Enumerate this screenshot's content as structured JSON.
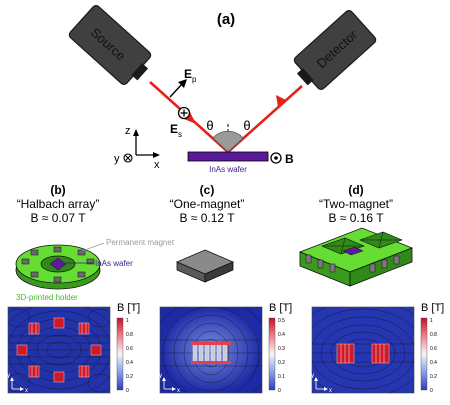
{
  "panel_a": {
    "label": "(a)",
    "source_label": "Source",
    "detector_label": "Detector",
    "ep_main": "E",
    "ep_sub": "p",
    "es_main": "E",
    "es_sub": "s",
    "theta_left": "θ",
    "theta_right": "θ",
    "wafer_label": "InAs wafer",
    "b_label": "B",
    "axis_z": "z",
    "axis_y": "y",
    "axis_x": "x"
  },
  "panel_b": {
    "label": "(b)",
    "name": "“Halbach array”",
    "field": "B ≈ 0.07 T"
  },
  "panel_c": {
    "label": "(c)",
    "name": "“One-magnet”",
    "field": "B ≈ 0.12 T"
  },
  "panel_d": {
    "label": "(d)",
    "name": "“Two-magnet”",
    "field": "B ≈ 0.16 T"
  },
  "callouts": {
    "permanent_magnet": "Permanent magnet",
    "inas_wafer": "InAs wafer",
    "holder": "3D-printed holder"
  },
  "colorbars": [
    {
      "title": "B [T]",
      "ticks": [
        "1",
        "0.8",
        "0.6",
        "0.4",
        "0.2",
        "0"
      ]
    },
    {
      "title": "B [T]",
      "ticks": [
        "0.5",
        "0.4",
        "0.3",
        "0.2",
        "0.1",
        "0"
      ]
    },
    {
      "title": "B [T]",
      "ticks": [
        "1",
        "0.8",
        "0.6",
        "0.4",
        "0.2",
        "0"
      ]
    }
  ],
  "sim_axes": {
    "y": "y",
    "x": "x"
  },
  "colors": {
    "beam": "#e8201a",
    "housing": "#404040",
    "wafer": "#5a1a9a",
    "holder": "#66dd33",
    "field_map": "#2233aa",
    "magnet_callout": "#9a9a9a",
    "wafer_callout": "#3b1a8a",
    "holder_callout": "#44bb22"
  }
}
